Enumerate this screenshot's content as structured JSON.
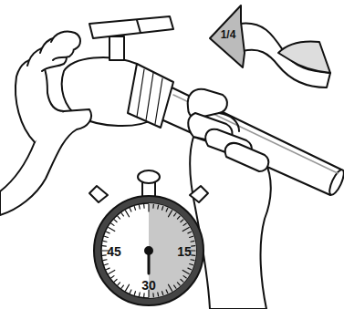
{
  "diagram": {
    "labels": [
      "1/4",
      "45",
      "15",
      "30"
    ]
  }
}
